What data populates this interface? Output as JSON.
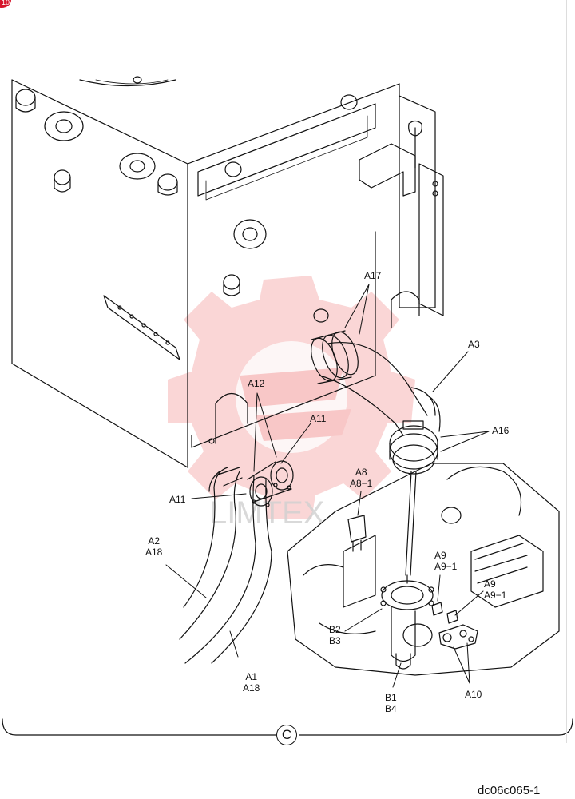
{
  "page_badge": "10",
  "view_letter": "C",
  "figure_code": "dc06c065-1",
  "watermark": "LIMTEX",
  "colors": {
    "line": "#111111",
    "watermark": "#f08a8a",
    "badge": "#d6152b"
  },
  "callouts": {
    "a17": "A17",
    "a3": "A3",
    "a16": "A16",
    "a12": "A12",
    "a11_right": "A11",
    "a11_left": "A11",
    "a8": [
      "A8",
      "A8−1"
    ],
    "a2": [
      "A2",
      "A18"
    ],
    "a9_left": [
      "A9",
      "A9−1"
    ],
    "a9_right": [
      "A9",
      "A9−1"
    ],
    "b2": [
      "B2",
      "B3"
    ],
    "a1": [
      "A1",
      "A18"
    ],
    "b1": [
      "B1",
      "B4"
    ],
    "a10": "A10"
  }
}
